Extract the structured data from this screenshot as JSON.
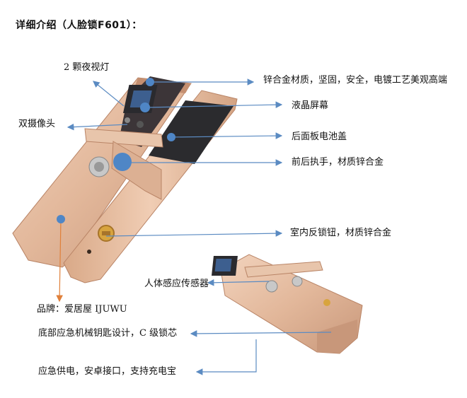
{
  "title": "详细介绍（人脸锁F601）：",
  "labels": {
    "night_light": "2 颗夜视灯",
    "dual_camera": "双摄像头",
    "zinc_alloy": "锌合金材质，坚固，安全，电镀工艺美观高端",
    "lcd": "液晶屏幕",
    "battery_cover": "后面板电池盖",
    "handle": "前后执手，材质锌合金",
    "anti_lock": "室内反锁钮，材质锌合金",
    "body_sensor": "人体感应传感器",
    "brand": "品牌：爱居屋 IJUWU",
    "mech_key": "底部应急机械钥匙设计，C 级锁芯",
    "emergency_power": "应急供电，安卓接口，支持充电宝"
  },
  "colors": {
    "lock_gold": "#e2b79a",
    "lock_shadow": "#c8977a",
    "arrow_blue": "#5b8bc2",
    "arrow_orange": "#e0803a",
    "dot_blue": "#4f86c6"
  },
  "icons": [
    "arrow-icon",
    "callout-dot-icon"
  ]
}
